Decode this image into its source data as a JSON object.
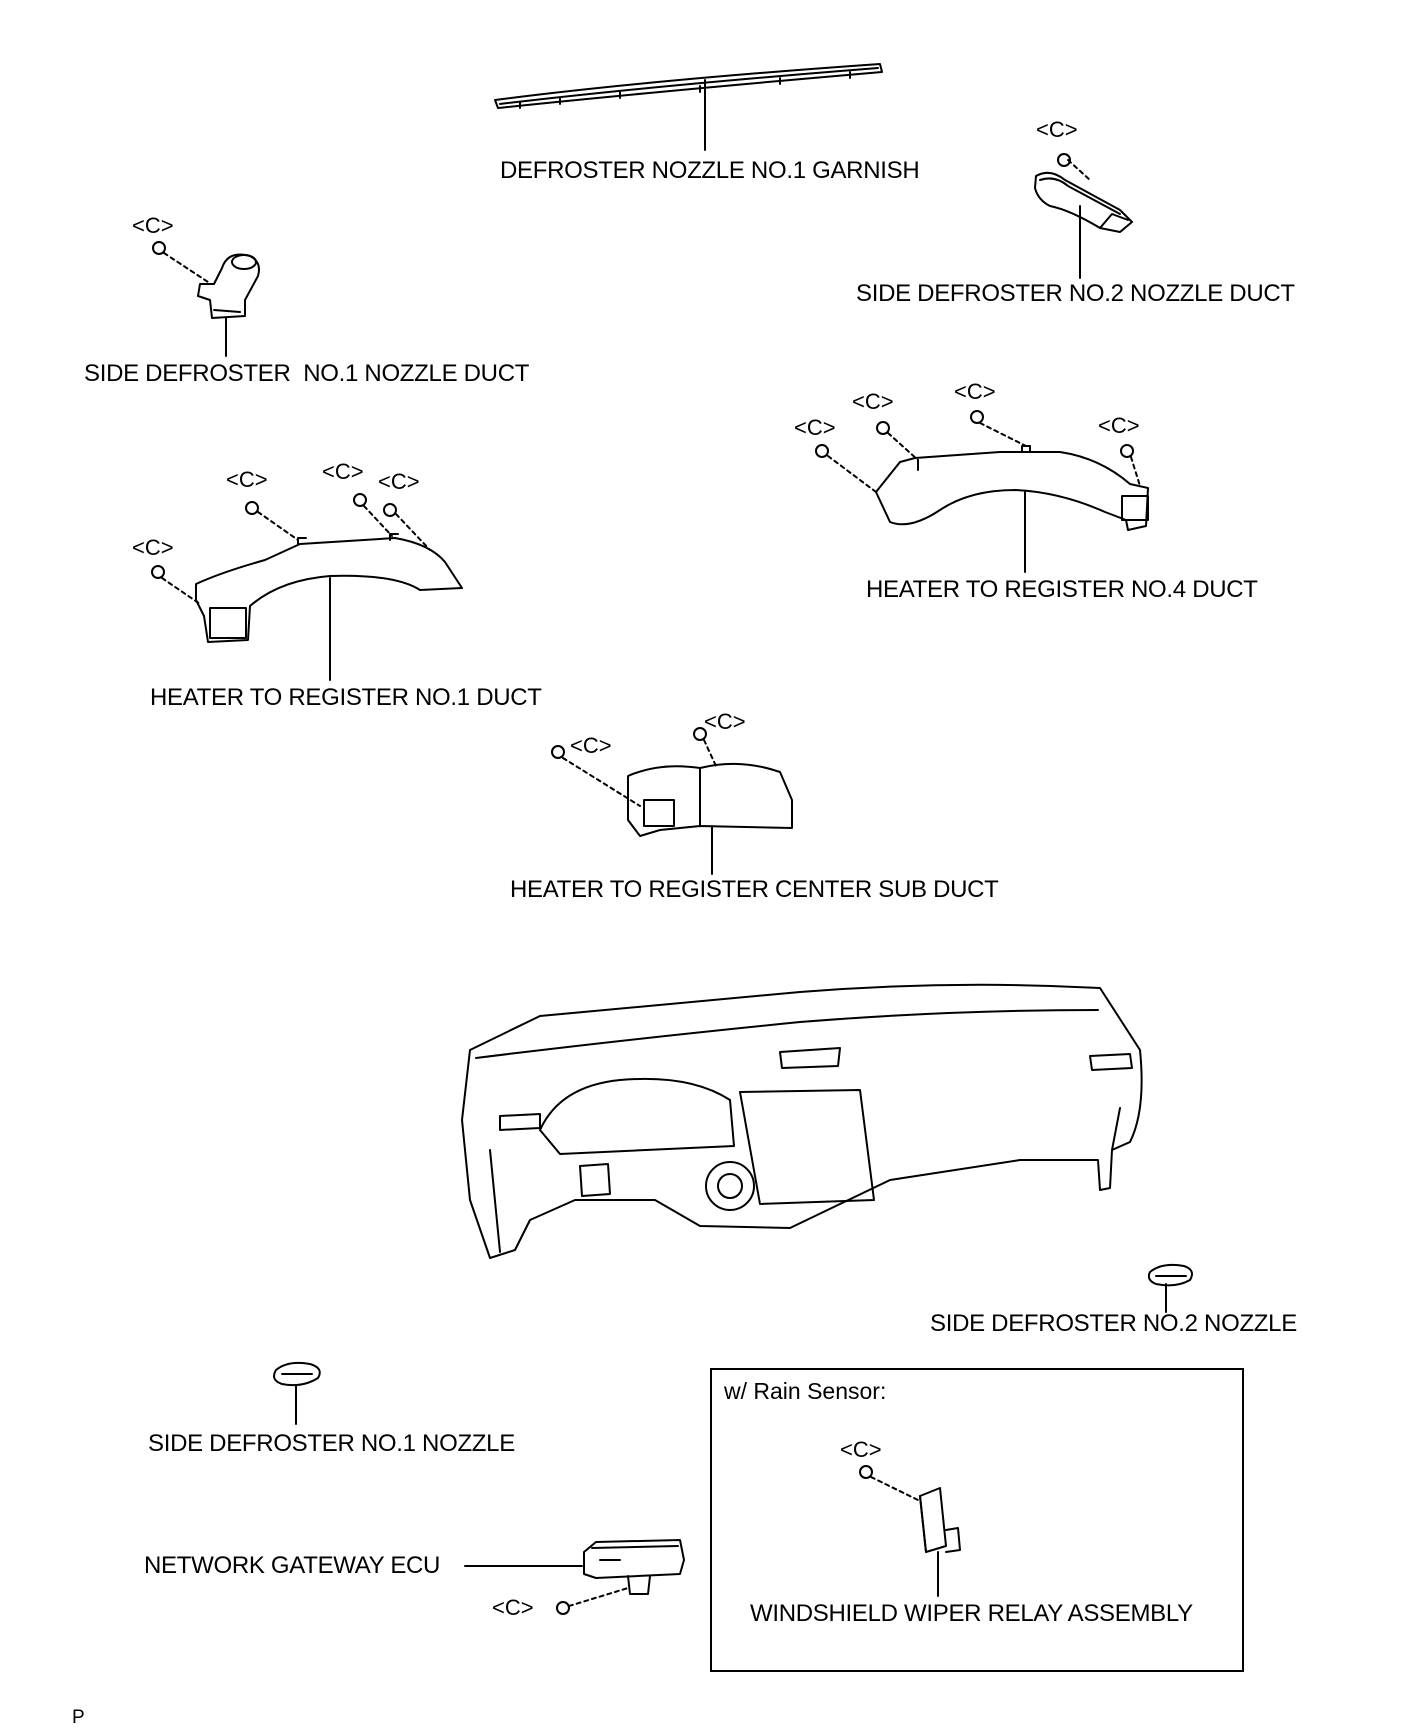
{
  "fastener_mark": "<C>",
  "parts": {
    "defroster_nozzle_garnish": "DEFROSTER NOZZLE NO.1 GARNISH",
    "side_defroster_no2_duct": "SIDE DEFROSTER NO.2 NOZZLE DUCT",
    "side_defroster_no1_duct": "SIDE DEFROSTER  NO.1 NOZZLE DUCT",
    "heater_register_no4_duct": "HEATER TO REGISTER NO.4 DUCT",
    "heater_register_no1_duct": "HEATER TO REGISTER NO.1 DUCT",
    "heater_register_center_sub_duct": "HEATER TO REGISTER CENTER SUB DUCT",
    "side_defroster_no2_nozzle": "SIDE DEFROSTER NO.2 NOZZLE",
    "side_defroster_no1_nozzle": "SIDE DEFROSTER NO.1 NOZZLE",
    "network_gateway_ecu": "NETWORK GATEWAY ECU",
    "windshield_wiper_relay": "WINDSHIELD WIPER RELAY ASSEMBLY"
  },
  "rain_sensor_box": {
    "title": "w/ Rain Sensor:"
  },
  "corner_mark": "P"
}
